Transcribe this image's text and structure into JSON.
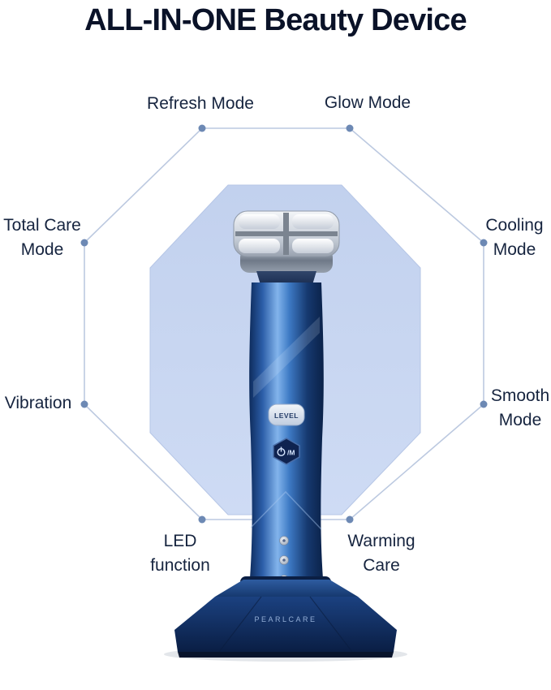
{
  "title": "ALL-IN-ONE Beauty Device",
  "diagram": {
    "labels": {
      "refresh": "Refresh Mode",
      "glow": "Glow Mode",
      "total_care": "Total Care\nMode",
      "cooling": "Cooling\nMode",
      "vibration": "Vibration",
      "smooth": "Smooth\nMode",
      "led": "LED\nfunction",
      "warming": "Warming\nCare"
    },
    "colors": {
      "outline": "#bcc9e0",
      "vertex_dot": "#6d89b4",
      "inner_fill": "#c6d4ee",
      "label_text": "#16243f",
      "title_text": "#0a1228",
      "device_blue": "#2c5ea8",
      "base_navy": "#0a1e44"
    }
  },
  "device": {
    "level_button_label": "LEVEL",
    "power_button_label": "/M",
    "brand": "PEARLCARE"
  }
}
